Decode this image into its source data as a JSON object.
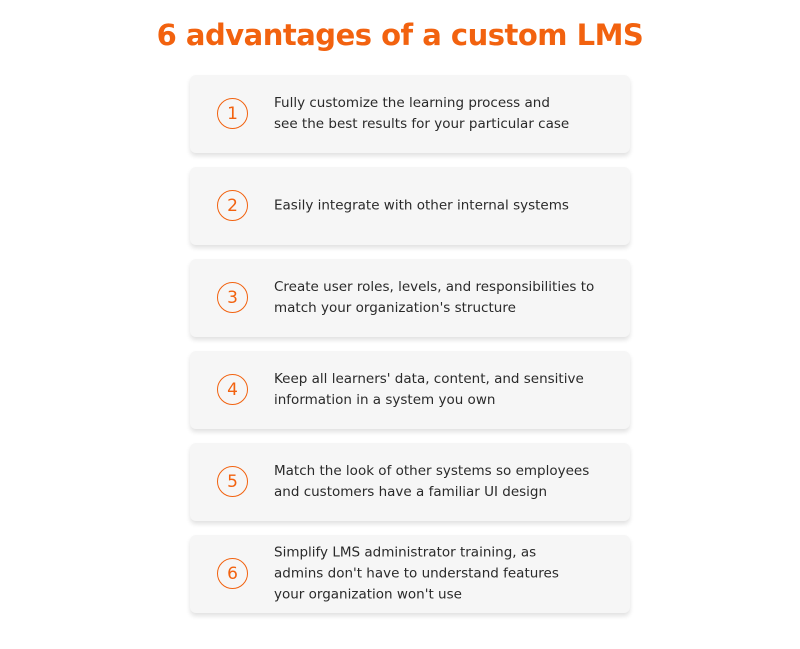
{
  "title": "6 advantages of a custom LMS",
  "accent_color": "#f2620f",
  "items": [
    {
      "number": "1",
      "text": "Fully customize the learning process and see the best results for your particular case"
    },
    {
      "number": "2",
      "text": "Easily integrate with other internal systems"
    },
    {
      "number": "3",
      "text": "Create user roles, levels, and responsibilities to match your organization's structure"
    },
    {
      "number": "4",
      "text": "Keep all learners' data, content, and sensitive information in a system you own"
    },
    {
      "number": "5",
      "text": "Match the look of other systems so employees and customers have a familiar UI design"
    },
    {
      "number": "6",
      "text": "Simplify LMS administrator training, as admins don't have to understand features your organization won't use"
    }
  ]
}
